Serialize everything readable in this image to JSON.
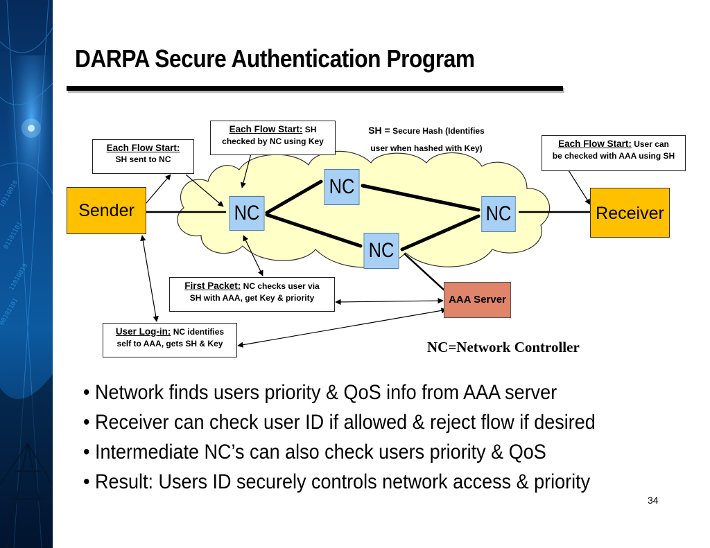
{
  "slide": {
    "title": "DARPA Secure Authentication Program",
    "page_number": "34"
  },
  "diagram": {
    "nodes": {
      "sender": "Sender",
      "receiver": "Receiver",
      "nc_left": "NC",
      "nc_top": "NC",
      "nc_bottom": "NC",
      "nc_right": "NC",
      "aaa_server": "AAA Server"
    },
    "callouts": {
      "flow_start_sender": {
        "head": "Each Flow Start:",
        "body": "SH sent to NC"
      },
      "flow_start_nc": {
        "head": "Each Flow Start:",
        "body_1": " SH",
        "body_2": "checked by NC using Key"
      },
      "flow_start_receiver": {
        "head": "Each Flow Start:",
        "body_1": " User can",
        "body_2": "be checked with AAA using SH"
      },
      "first_packet": {
        "head": "First Packet:",
        "body_1": " NC checks user via",
        "body_2": "SH with AAA, get Key & priority"
      },
      "user_login": {
        "head": "User Log-in:",
        "body_1": " NC identifies",
        "body_2": "self to AAA, gets SH & Key"
      }
    },
    "sh_definition": {
      "label": "SH =",
      "line_1": " Secure Hash (Identifies",
      "line_2": "user when hashed with Key)"
    },
    "nc_definition": "NC=Network Controller",
    "colors": {
      "cloud": "#ffffc8",
      "nc_box": "#a8d0f5",
      "endpoint_box": "#ffc000",
      "aaa_box": "#e0846a"
    }
  },
  "bullets": [
    "• Network finds users priority & QoS info from AAA server",
    "• Receiver can check user ID if allowed & reject flow if desired",
    "• Intermediate NC’s can also check users priority & QoS",
    "• Result: Users ID securely controls network access & priority"
  ]
}
